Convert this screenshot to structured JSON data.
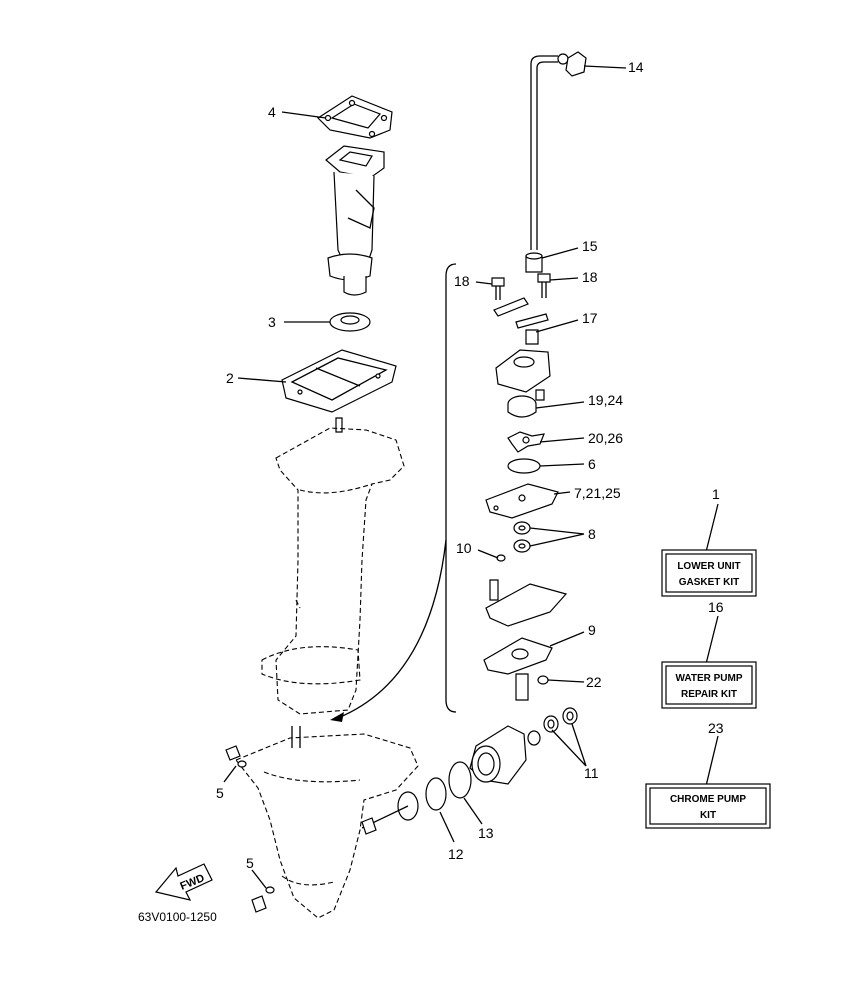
{
  "diagram_code": "63V0100-1250",
  "fwd_label": "FWD",
  "callouts": {
    "c1": "1",
    "c2": "2",
    "c3": "3",
    "c4": "4",
    "c5a": "5",
    "c5b": "5",
    "c6": "6",
    "c7": "7,21,25",
    "c8": "8",
    "c9": "9",
    "c10": "10",
    "c11": "11",
    "c12": "12",
    "c13": "13",
    "c14": "14",
    "c15": "15",
    "c16": "16",
    "c17": "17",
    "c18a": "18",
    "c18b": "18",
    "c19": "19,24",
    "c20": "20,26",
    "c22": "22",
    "c23": "23"
  },
  "kits": {
    "gasket": {
      "line1": "LOWER UNIT",
      "line2": "GASKET KIT"
    },
    "water_pump": {
      "line1": "WATER PUMP",
      "line2": "REPAIR KIT"
    },
    "chrome_pump": {
      "line1": "CHROME PUMP",
      "line2": "KIT"
    }
  }
}
